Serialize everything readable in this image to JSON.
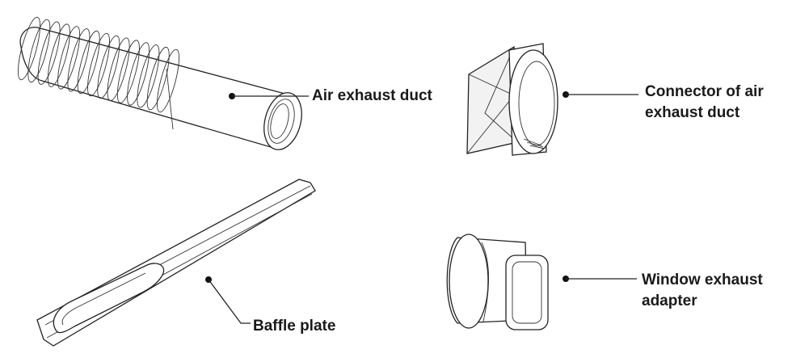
{
  "labels": {
    "air_exhaust_duct": "Air exhaust duct",
    "connector_line1": "Connector of air",
    "connector_line2": "exhaust duct",
    "window_line1": "Window exhaust",
    "window_line2": "adapter",
    "baffle_plate": "Baffle plate"
  }
}
